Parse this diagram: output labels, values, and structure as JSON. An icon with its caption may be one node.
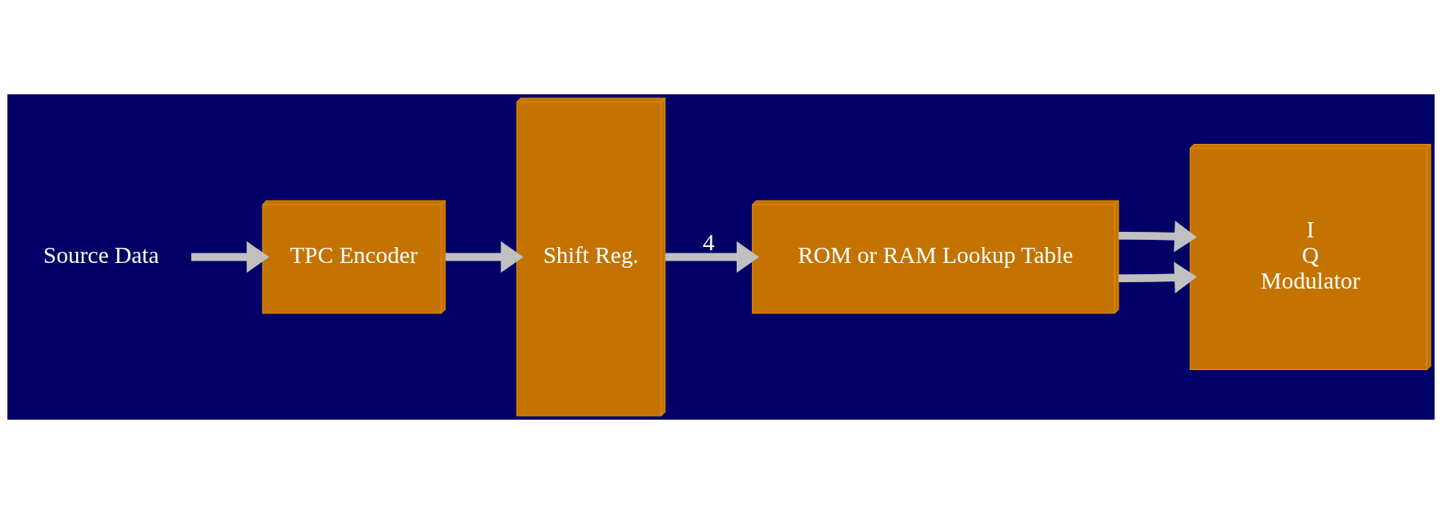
{
  "diagram": {
    "nodes": [
      {
        "text": [
          "Source Data"
        ]
      },
      {
        "text": [
          "TPC Encoder"
        ]
      },
      {
        "text": [
          "Shift Reg."
        ]
      },
      {
        "text": [
          "ROM or RAM Lookup Table"
        ]
      },
      {
        "text": [
          "I",
          "Q",
          "Modulator"
        ]
      }
    ],
    "edges": [
      {
        "from": 0,
        "to": 1,
        "arrow": "to"
      },
      {
        "from": 1,
        "to": 2,
        "arrow": "to"
      },
      {
        "from": 2,
        "to": 3,
        "arrow": "to",
        "label": "4"
      },
      {
        "from": 3,
        "to": 4,
        "arrow": "to"
      },
      {
        "from": 3,
        "to": 4,
        "arrow": "to"
      }
    ]
  }
}
